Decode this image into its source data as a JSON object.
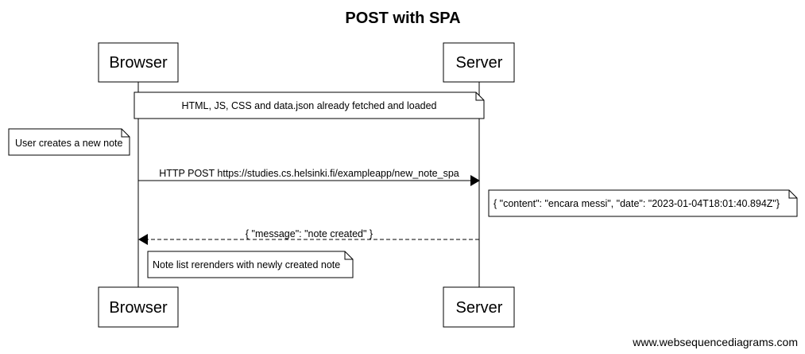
{
  "diagram": {
    "title": "POST with SPA",
    "actors": {
      "browser": "Browser",
      "server": "Server"
    },
    "notes": {
      "preloaded": "HTML, JS, CSS and data.json already fetched and loaded",
      "user_action": "User creates a new note",
      "payload": "{ \"content\": \"encara messi\", \"date\": \"2023-01-04T18:01:40.894Z\"}",
      "rerender": "Note list rerenders with newly created note"
    },
    "messages": {
      "post_request": "HTTP POST https://studies.cs.helsinki.fi/exampleapp/new_note_spa",
      "response": "{ \"message\": \"note created\" }"
    },
    "footer": "www.websequencediagrams.com"
  }
}
